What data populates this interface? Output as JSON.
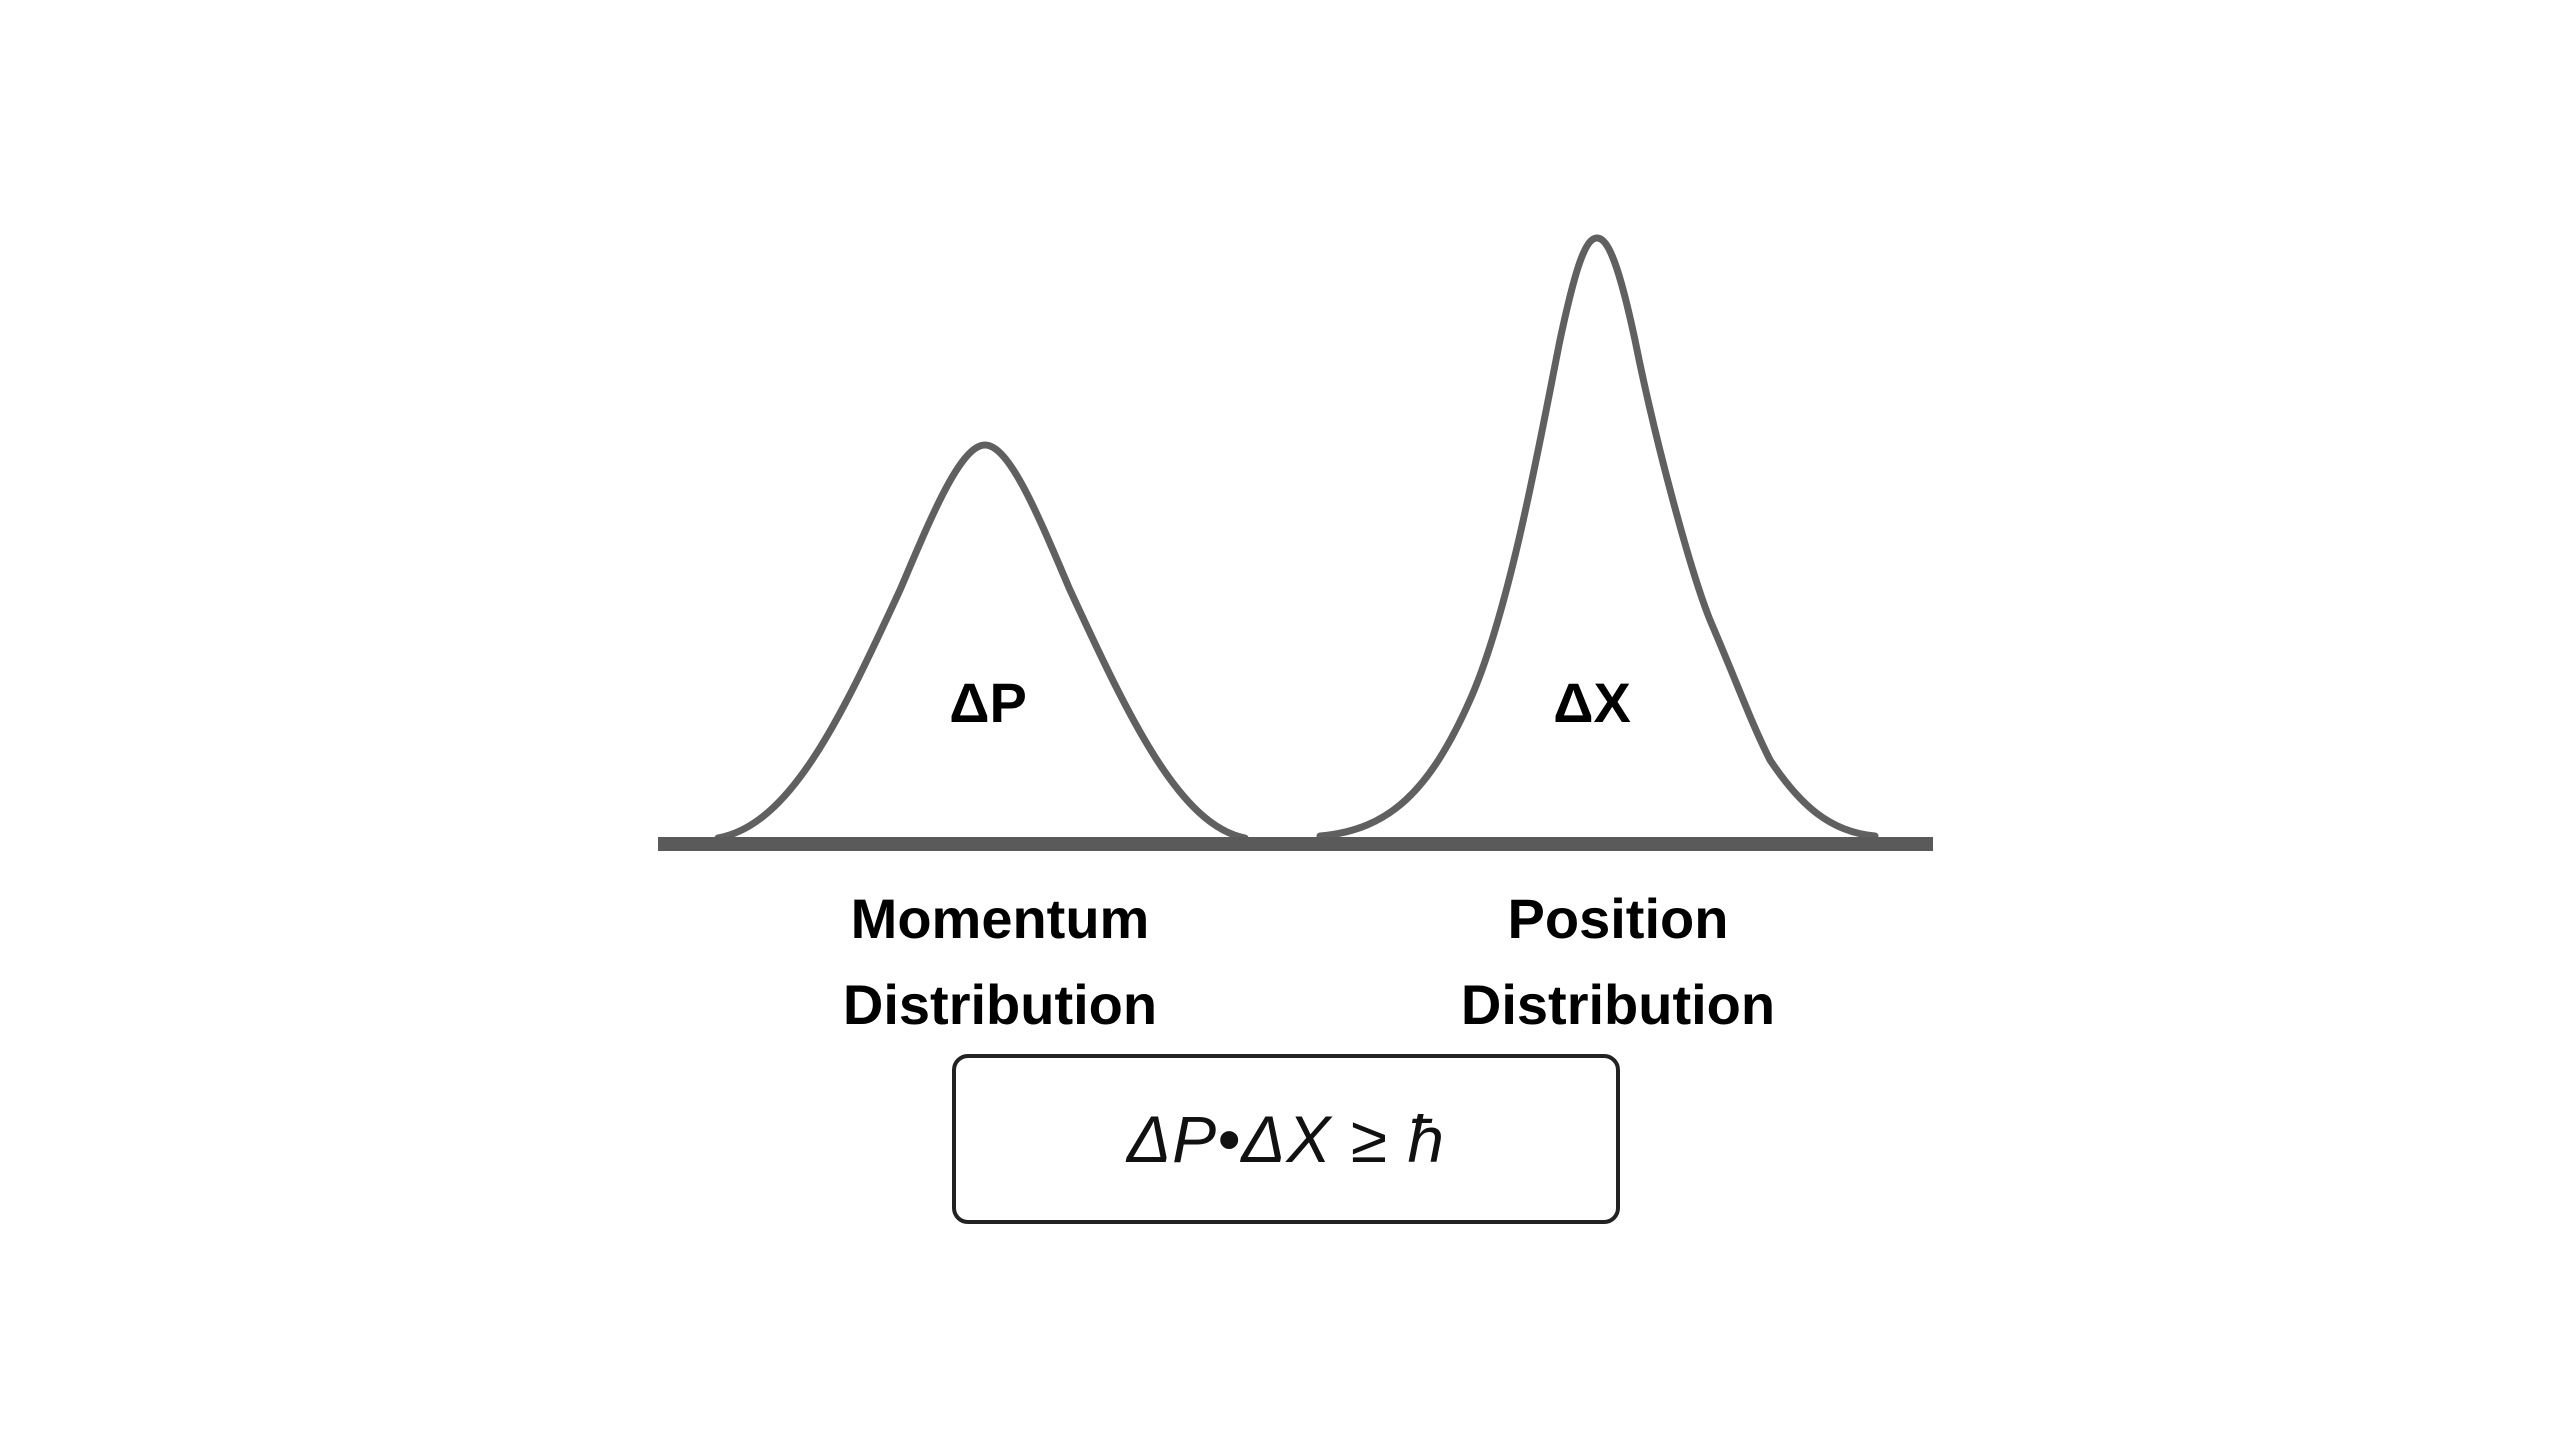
{
  "diagram": {
    "colors": {
      "curve": "#606060",
      "baseline": "#5a5a5a",
      "text": "#000000",
      "box_border": "#222222"
    },
    "momentum": {
      "delta_label": "ΔP",
      "caption_line1": "Momentum",
      "caption_line2": "Distribution"
    },
    "position": {
      "delta_label": "ΔX",
      "caption_line1": "Position",
      "caption_line2": "Distribution"
    },
    "formula": "ΔP•ΔX ≥ ħ"
  }
}
